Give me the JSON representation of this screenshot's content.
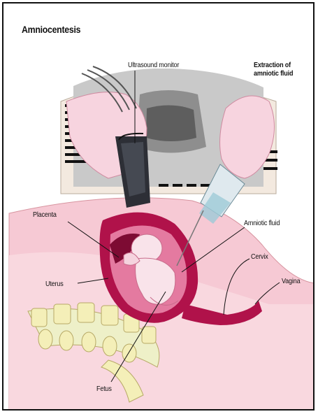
{
  "title": "Amniocentesis",
  "labels": {
    "ultrasound_monitor": "Ultrasound monitor",
    "extraction_line1": "Extraction of",
    "extraction_line2": "amniotic fluid",
    "placenta": "Placenta",
    "amniotic_fluid": "Amniotic fluid",
    "cervix": "Cervix",
    "vagina": "Vagina",
    "uterus": "Uterus",
    "fetus": "Fetus"
  },
  "colors": {
    "skin": "#f6c9d4",
    "uterus": "#b0124a",
    "amniotic": "#e47aa0",
    "fetus": "#f9e3ea",
    "spine": "#f4efb8",
    "screen": "#c9c9c9",
    "probe": "#2d2f36"
  }
}
